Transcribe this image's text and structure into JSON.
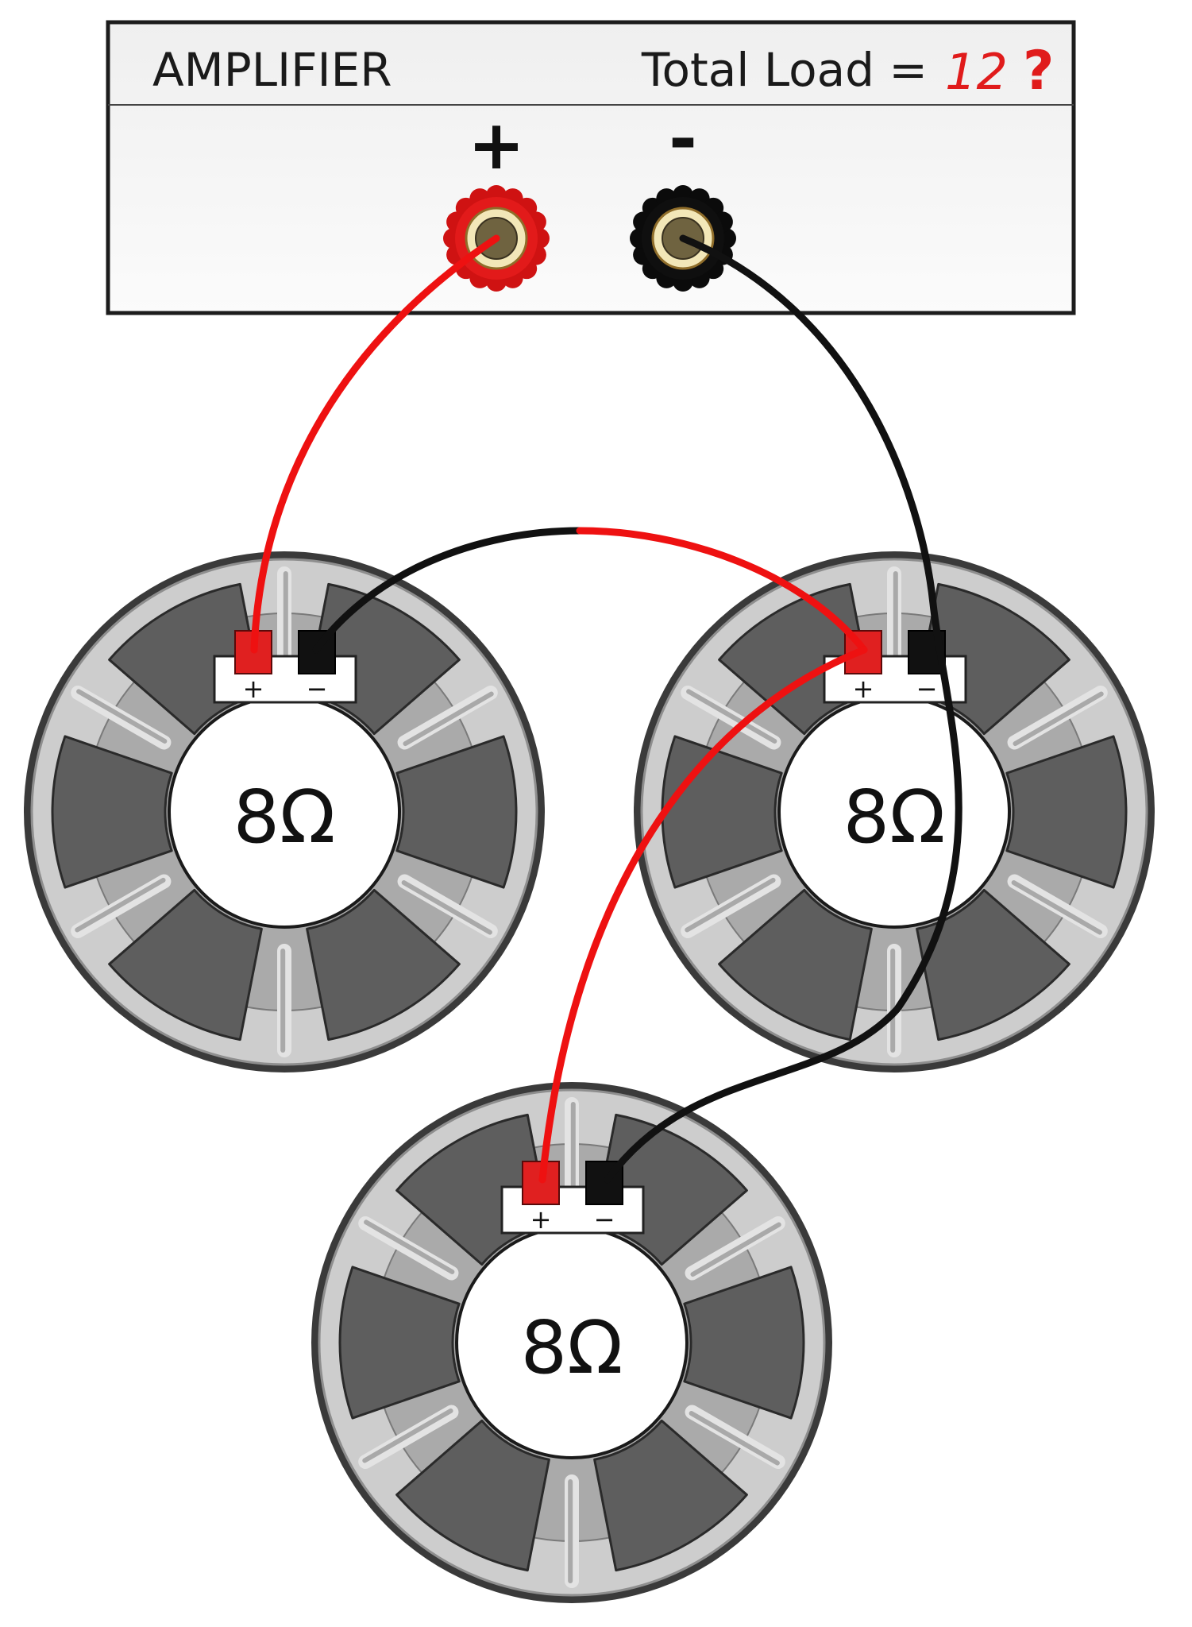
{
  "amplifier": {
    "title": "AMPLIFIER",
    "load_label": "Total Load =",
    "load_value": "12",
    "load_question": "?",
    "plus_sign": "+",
    "minus_sign": "-"
  },
  "speakers": [
    {
      "impedance": "8Ω",
      "plus_label": "+",
      "minus_label": "−"
    },
    {
      "impedance": "8Ω",
      "plus_label": "+",
      "minus_label": "−"
    },
    {
      "impedance": "8Ω",
      "plus_label": "+",
      "minus_label": "−"
    }
  ],
  "colors": {
    "positive_wire": "#ee1111",
    "negative_wire": "#111111",
    "accent_text": "#e01b1b",
    "speaker_frame": "#c9c9c9",
    "speaker_cone": "#5e5e5e",
    "amp_panel": "#f4f4f4"
  }
}
